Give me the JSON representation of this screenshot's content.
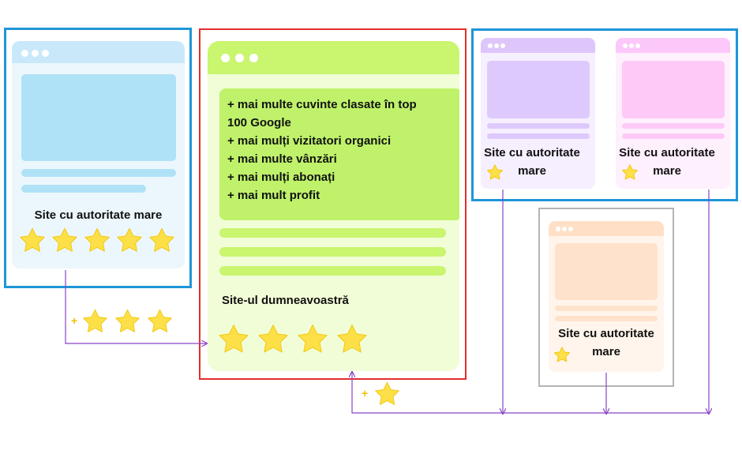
{
  "colors": {
    "blue_frame": "#1e96d8",
    "red_frame": "#e42d2d",
    "gray_frame": "#b4b4b4",
    "arrow": "#8a44c8",
    "plus": "#f2c200",
    "star": "#fde047",
    "star_stroke": "#f2c811"
  },
  "left_site": {
    "label": "Site cu autoritate mare",
    "stars": 5,
    "colors": {
      "bg": "#ecf7fd",
      "bar": "#c9e9fb",
      "block": "#b0e2f7"
    }
  },
  "main_site": {
    "benefits": [
      "+ mai multe cuvinte clasate în top 100 Google",
      "+ mai mulți vizitatori organici",
      "+ mai multe vânzări",
      "+ mai mulți abonați",
      "+ mai mult profit"
    ],
    "label": "Site-ul dumneavoastră",
    "stars": 4,
    "colors": {
      "bg": "#f1fdd7",
      "bar": "#c9f56f",
      "block": "#bff26a"
    }
  },
  "right_sites": [
    {
      "label": "Site cu autoritate mare",
      "stars": 1,
      "theme": "purple",
      "colors": {
        "bg": "#f6efff",
        "bar": "#dec6fb",
        "block": "#dec9fd"
      }
    },
    {
      "label": "Site cu autoritate mare",
      "stars": 1,
      "theme": "pink",
      "colors": {
        "bg": "#fff0fe",
        "bar": "#fcc8fa",
        "block": "#fdcaf8"
      }
    }
  ],
  "bottom_site": {
    "label": "Site cu autoritate mare",
    "stars": 1,
    "colors": {
      "bg": "#fff5ec",
      "bar": "#ffe0c7",
      "block": "#ffe2cb"
    }
  },
  "transfers": {
    "left_gain": {
      "plus": "+",
      "stars": 3
    },
    "right_gain": {
      "plus": "+",
      "stars": 1
    }
  }
}
